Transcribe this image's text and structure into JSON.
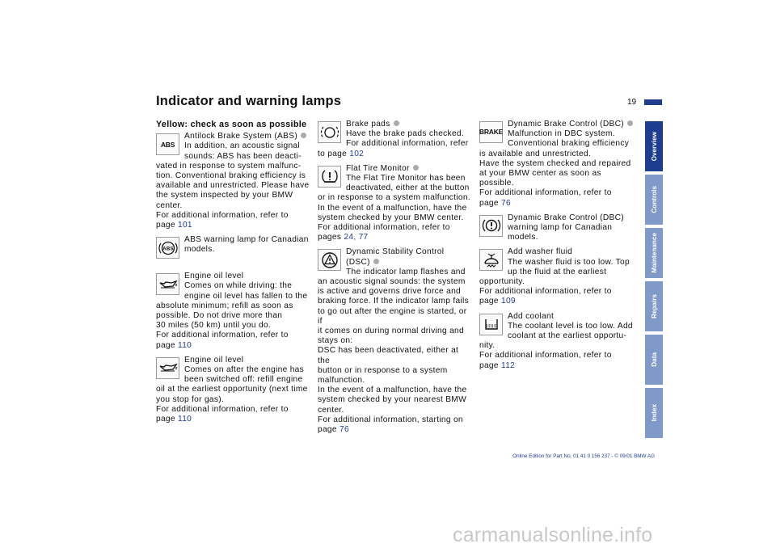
{
  "header": {
    "title": "Indicator and warning lamps",
    "page_number": "19"
  },
  "col1": {
    "subheading": "Yellow: check as soon as possible",
    "abs": {
      "l1": "Antilock Brake System (ABS)",
      "l2": "In addition, an acoustic signal",
      "l3": "sounds: ABS has been deacti-",
      "l4": "vated in response to system malfunc-",
      "l5": "tion. Conventional braking efficiency is",
      "l6": "available and unrestricted. Please have",
      "l7": "the system inspected by your BMW",
      "l8": "center.",
      "l9": "For additional information, refer to",
      "l10": "page ",
      "link": "101"
    },
    "abs_ca": {
      "l1": "ABS warning lamp for Canadian",
      "l2": "models."
    },
    "oil1": {
      "l1": "Engine oil level",
      "l2": "Comes on while driving: the",
      "l3": "engine oil level has fallen to the",
      "l4": "absolute minimum; refill as soon as",
      "l5": "possible. Do not drive more than",
      "l6": "30 miles (50 km) until you do.",
      "l7": "For additional information, refer to",
      "l8": "page ",
      "link": "110"
    },
    "oil2": {
      "l1": "Engine oil level",
      "l2": "Comes on after the engine has",
      "l3": "been switched off: refill engine",
      "l4": "oil at the earliest opportunity (next time",
      "l5": "you stop for gas).",
      "l6": "For additional information, refer to",
      "l7": "page ",
      "link": "110"
    }
  },
  "col2": {
    "brake_pads": {
      "l1": "Brake pads",
      "l2": "Have the brake pads checked.",
      "l3": "For additional information, refer",
      "l4": "to page ",
      "link": "102"
    },
    "flat_tire": {
      "l1": "Flat Tire Monitor",
      "l2": "The Flat Tire Monitor has been",
      "l3": "deactivated, either at the button",
      "l4": "or in response to a system malfunction.",
      "l5": "In the event of a malfunction, have the",
      "l6": "system checked by your BMW center.",
      "l7": "For additional information, refer to",
      "l8": "pages ",
      "link": "24, 77"
    },
    "dsc": {
      "l1": "Dynamic Stability Control",
      "l2": "(DSC)",
      "l3": "The indicator lamp flashes and",
      "l4": "an acoustic signal sounds: the system",
      "l5": "is active and governs drive force and",
      "l6": "braking force. If the indicator lamp fails",
      "l7": "to go out after the engine is started, or if",
      "l8": "it comes on during normal driving and",
      "l9": "stays on:",
      "l10": "DSC has been deactivated, either at the",
      "l11": "button or in response to a system",
      "l12": "malfunction.",
      "l13": "In the event of a malfunction, have the",
      "l14": "system checked by your nearest BMW",
      "l15": "center.",
      "l16": "For additional information, starting on",
      "l17": "page ",
      "link": "76"
    }
  },
  "col3": {
    "dbc": {
      "l1": "Dynamic Brake Control (DBC)",
      "l2": "Malfunction in DBC system.",
      "l3": "Conventional braking efficiency",
      "l4": "is available and unrestricted.",
      "l5": "Have the system checked and repaired",
      "l6": "at your BMW center as soon as",
      "l7": "possible.",
      "l8": "For additional information, refer to",
      "l9": "page ",
      "link": "76"
    },
    "dbc_ca": {
      "l1": "Dynamic Brake Control (DBC)",
      "l2": "warning lamp for Canadian",
      "l3": "models."
    },
    "washer": {
      "l1": "Add washer fluid",
      "l2": "The washer fluid is too low. Top",
      "l3": "up the fluid at the earliest",
      "l4": "opportunity.",
      "l5": "For additional information, refer to",
      "l6": "page ",
      "link": "109"
    },
    "coolant": {
      "l1": "Add coolant",
      "l2": "The coolant level is too low. Add",
      "l3": "coolant at the earliest opportu-",
      "l4": "nity.",
      "l5": "For additional information, refer to",
      "l6": "page ",
      "link": "112"
    }
  },
  "icons": {
    "abs_text": "ABS",
    "abs_ring_text": "ABS",
    "brake_text": "BRAKE"
  },
  "side_tabs": [
    "Overview",
    "Controls",
    "Maintenance",
    "Repairs",
    "Data",
    "Index"
  ],
  "footer": {
    "edition": "Online Edition for Part No. 01 41 0 156 237 - © 09/01 BMW AG"
  },
  "watermark": "carmanualsonline.info",
  "colors": {
    "accent": "#1e3d8f",
    "tab_inactive": "#7f9ac8",
    "bullet": "#aaaaaa"
  }
}
